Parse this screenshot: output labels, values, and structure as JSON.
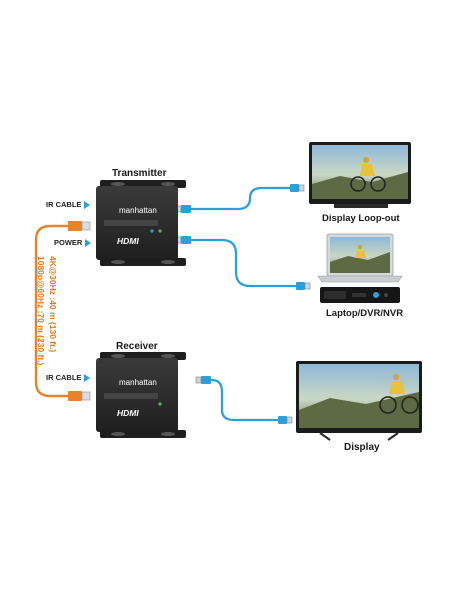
{
  "labels": {
    "transmitter": "Transmitter",
    "receiver": "Receiver",
    "display_loop_out": "Display Loop-out",
    "laptop_dvr_nvr": "Laptop/DVR/NVR",
    "display": "Display"
  },
  "ports": {
    "tx_ir_cable": "IR CABLE",
    "tx_power": "POWER",
    "rx_ir_cable": "IR CABLE"
  },
  "cable_specs": {
    "line1": "4K@30Hz :40 m (130 ft.)",
    "line2": "1080p@60Hz :70 m (230 ft.)"
  },
  "device": {
    "brand": "manhattan",
    "logo": "HDMI"
  },
  "colors": {
    "hdmi_cable": "#2a9fd8",
    "ethernet_cable": "#e8832a",
    "device_body": "#2b2b2b"
  }
}
